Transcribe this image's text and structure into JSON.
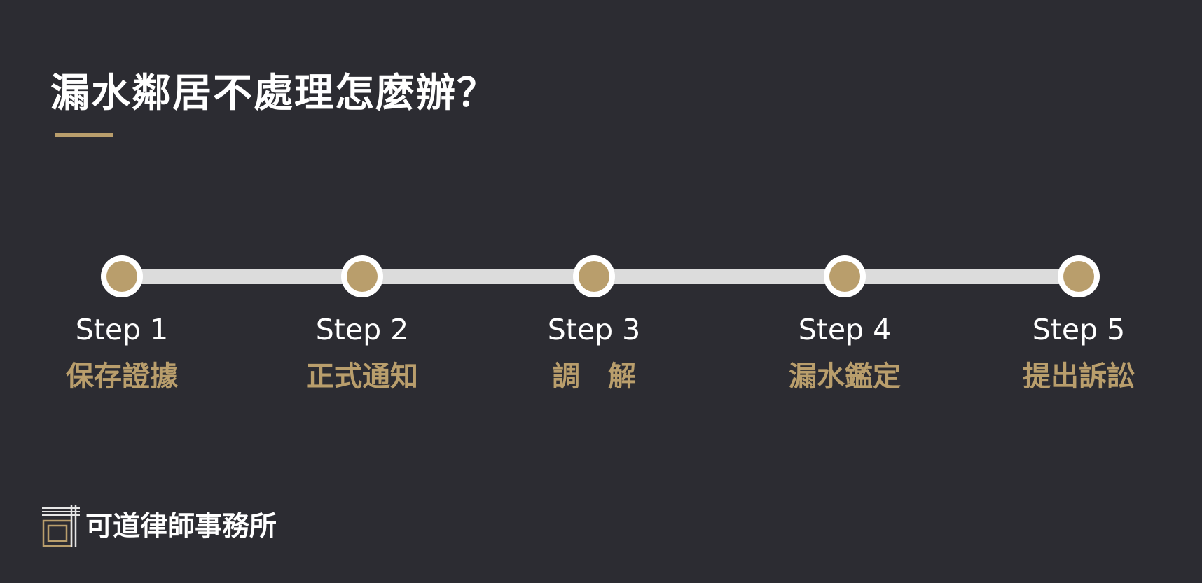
{
  "title": "漏水鄰居不處理怎麼辦？",
  "colors": {
    "background": "#2c2c32",
    "accent": "#b99e6c",
    "track": "#dcdcdc",
    "text": "#ffffff"
  },
  "steps": [
    {
      "label": "Step 1",
      "description": "保存證據"
    },
    {
      "label": "Step 2",
      "description": "正式通知"
    },
    {
      "label": "Step 3",
      "description": "調　解"
    },
    {
      "label": "Step 4",
      "description": "漏水鑑定"
    },
    {
      "label": "Step 5",
      "description": "提出訴訟"
    }
  ],
  "brand": {
    "name": "可道律師事務所",
    "logo_icon": "law-firm-logo-icon"
  }
}
